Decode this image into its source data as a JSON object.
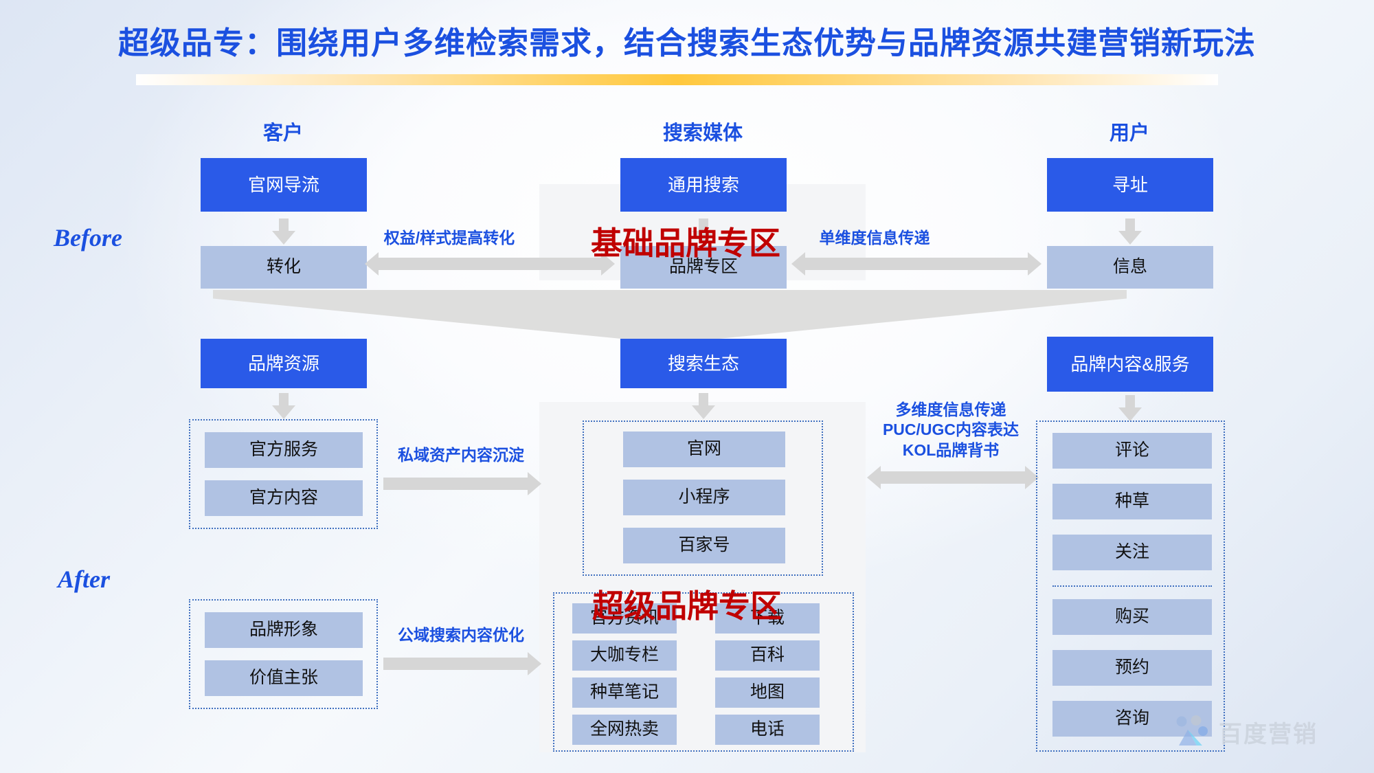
{
  "title": "超级品专：围绕用户多维检索需求，结合搜索生态优势与品牌资源共建营销新玩法",
  "stages": {
    "before": "Before",
    "after": "After"
  },
  "columns": {
    "customer": "客户",
    "media": "搜索媒体",
    "user": "用户"
  },
  "before": {
    "customer": {
      "top": "官网导流",
      "bottom": "转化"
    },
    "media": {
      "top": "通用搜索",
      "bottom": "品牌专区",
      "overlay": "基础品牌专区"
    },
    "user": {
      "top": "寻址",
      "bottom": "信息"
    },
    "arrow_left_caption": "权益/样式提高转化",
    "arrow_right_caption": "单维度信息传递"
  },
  "after": {
    "brand_resource": {
      "header": "品牌资源",
      "group_a": [
        "官方服务",
        "官方内容"
      ],
      "group_b": [
        "品牌形象",
        "价值主张"
      ]
    },
    "search_eco": {
      "header": "搜索生态",
      "top_group": [
        "官网",
        "小程序",
        "百家号"
      ],
      "grid_left": [
        "官方资讯",
        "大咖专栏",
        "种草笔记",
        "全网热卖"
      ],
      "grid_right": [
        "下载",
        "百科",
        "地图",
        "电话"
      ],
      "overlay": "超级品牌专区"
    },
    "brand_content": {
      "header": "品牌内容&服务",
      "group_a": [
        "评论",
        "种草",
        "关注"
      ],
      "group_b": [
        "购买",
        "预约",
        "咨询"
      ]
    },
    "arrow_caption_1": "私域资产内容沉淀",
    "arrow_caption_2": "公域搜索内容优化",
    "arrow_caption_right": "多维度信息传递\nPUC/UGC内容表达\nKOL品牌背书"
  },
  "watermark": {
    "text": "百度营销",
    "logo": "baidu-paw-logo"
  },
  "colors": {
    "accent_blue": "#2a5ae8",
    "title_blue": "#1b50e0",
    "light_box": "#b0c2e3",
    "arrow_gray": "#d6d6d6",
    "red_overlay": "#c00000",
    "gold": "#ffc83d"
  }
}
